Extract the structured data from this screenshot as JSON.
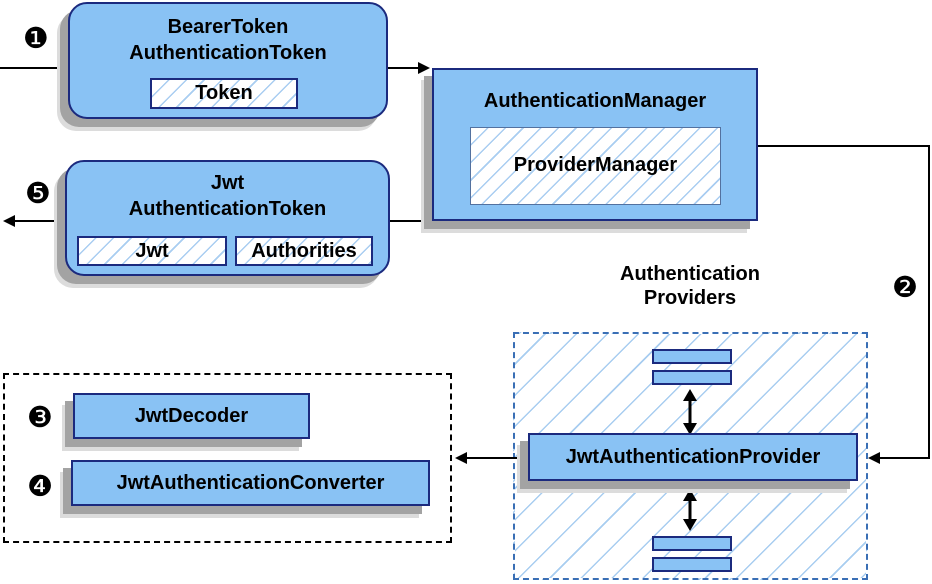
{
  "markers": {
    "step1": "❶",
    "step2": "❷",
    "step3": "❸",
    "step4": "❹",
    "step5": "❺"
  },
  "nodes": {
    "bearer_token": {
      "title_line1": "BearerToken",
      "title_line2": "AuthenticationToken",
      "token": "Token"
    },
    "authentication_manager": {
      "title": "AuthenticationManager",
      "provider_manager": "ProviderManager"
    },
    "jwt_authentication_token": {
      "title_line1": "Jwt",
      "title_line2": "AuthenticationToken",
      "jwt": "Jwt",
      "authorities": "Authorities"
    },
    "providers_group": {
      "label_line1": "Authentication",
      "label_line2": "Providers",
      "jwt_authentication_provider": "JwtAuthenticationProvider"
    },
    "jwt_decoder": "JwtDecoder",
    "jwt_authentication_converter": "JwtAuthenticationConverter"
  },
  "colors": {
    "node_fill": "#89c2f4",
    "node_border": "#1b2a7e",
    "hatch_line": "#a9cdf1",
    "providers_dashed_border": "#3a6fb5",
    "black_dashed_border": "#000000",
    "shadow": "#a3a3a3",
    "connector": "#000000"
  }
}
